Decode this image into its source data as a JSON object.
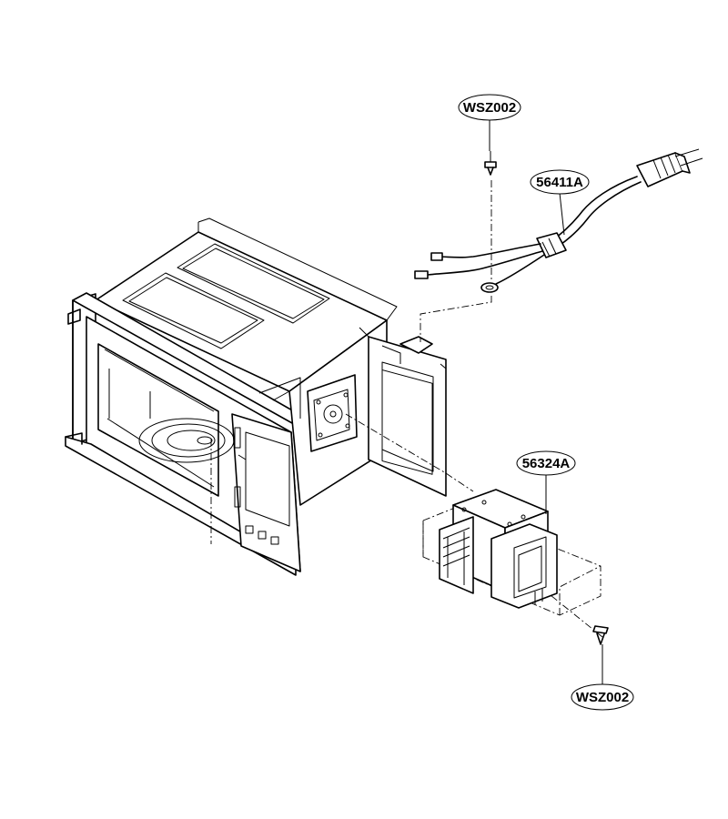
{
  "callouts": {
    "screw_top": "WSZ002",
    "power_cord": "56411A",
    "magnetron": "56324A",
    "screw_bottom": "WSZ002"
  }
}
